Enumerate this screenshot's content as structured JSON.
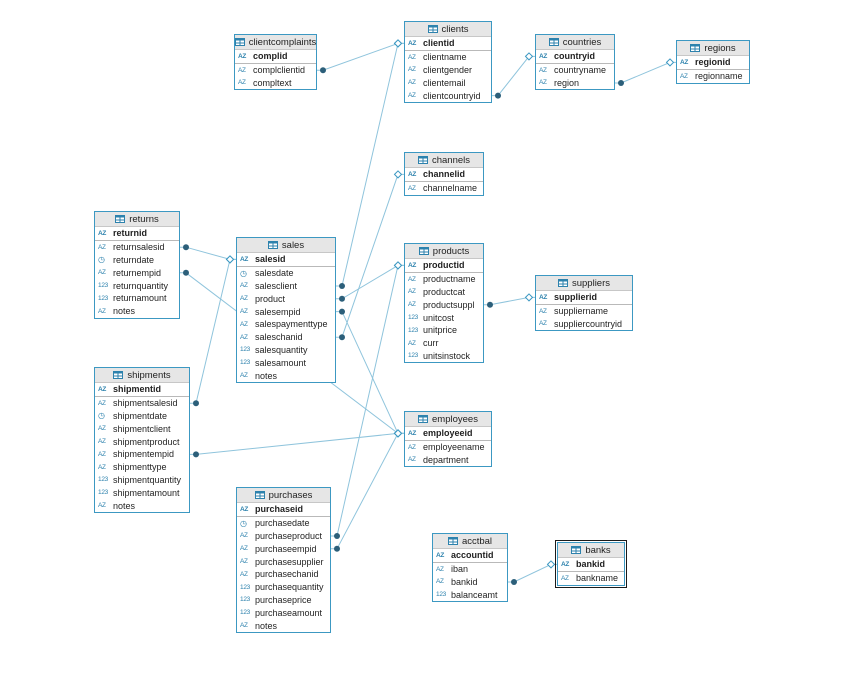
{
  "colors": {
    "accent": "#3c98c2",
    "link": "#8fc4dc",
    "header": "#e6e6e6"
  },
  "icons": {
    "table": "table-icon",
    "AZ": "text-type-icon",
    "123": "numeric-type-icon",
    "clock": "date-type-icon"
  },
  "tables": [
    {
      "id": "clientcomplaints",
      "name": "clientcomplaints",
      "pk": [
        {
          "t": "AZ",
          "n": "complid"
        }
      ],
      "cols": [
        {
          "t": "AZ",
          "n": "complclientid"
        },
        {
          "t": "AZ",
          "n": "compltext"
        }
      ]
    },
    {
      "id": "clients",
      "name": "clients",
      "pk": [
        {
          "t": "AZ",
          "n": "clientid"
        }
      ],
      "cols": [
        {
          "t": "AZ",
          "n": "clientname"
        },
        {
          "t": "AZ",
          "n": "clientgender"
        },
        {
          "t": "AZ",
          "n": "clientemail"
        },
        {
          "t": "AZ",
          "n": "clientcountryid"
        }
      ]
    },
    {
      "id": "countries",
      "name": "countries",
      "pk": [
        {
          "t": "AZ",
          "n": "countryid"
        }
      ],
      "cols": [
        {
          "t": "AZ",
          "n": "countryname"
        },
        {
          "t": "AZ",
          "n": "region"
        }
      ]
    },
    {
      "id": "regions",
      "name": "regions",
      "pk": [
        {
          "t": "AZ",
          "n": "regionid"
        }
      ],
      "cols": [
        {
          "t": "AZ",
          "n": "regionname"
        }
      ]
    },
    {
      "id": "channels",
      "name": "channels",
      "pk": [
        {
          "t": "AZ",
          "n": "channelid"
        }
      ],
      "cols": [
        {
          "t": "AZ",
          "n": "channelname"
        }
      ]
    },
    {
      "id": "returns",
      "name": "returns",
      "pk": [
        {
          "t": "AZ",
          "n": "returnid"
        }
      ],
      "cols": [
        {
          "t": "AZ",
          "n": "returnsalesid"
        },
        {
          "t": "clock",
          "n": "returndate"
        },
        {
          "t": "AZ",
          "n": "returnempid"
        },
        {
          "t": "123",
          "n": "returnquantity"
        },
        {
          "t": "123",
          "n": "returnamount"
        },
        {
          "t": "AZ",
          "n": "notes"
        }
      ]
    },
    {
      "id": "sales",
      "name": "sales",
      "pk": [
        {
          "t": "AZ",
          "n": "salesid"
        }
      ],
      "cols": [
        {
          "t": "clock",
          "n": "salesdate"
        },
        {
          "t": "AZ",
          "n": "salesclient"
        },
        {
          "t": "AZ",
          "n": "product"
        },
        {
          "t": "AZ",
          "n": "salesempid"
        },
        {
          "t": "AZ",
          "n": "salespaymenttype"
        },
        {
          "t": "AZ",
          "n": "saleschanid"
        },
        {
          "t": "123",
          "n": "salesquantity"
        },
        {
          "t": "123",
          "n": "salesamount"
        },
        {
          "t": "AZ",
          "n": "notes"
        }
      ]
    },
    {
      "id": "products",
      "name": "products",
      "pk": [
        {
          "t": "AZ",
          "n": "productid"
        }
      ],
      "cols": [
        {
          "t": "AZ",
          "n": "productname"
        },
        {
          "t": "AZ",
          "n": "productcat"
        },
        {
          "t": "AZ",
          "n": "productsuppl"
        },
        {
          "t": "123",
          "n": "unitcost"
        },
        {
          "t": "123",
          "n": "unitprice"
        },
        {
          "t": "AZ",
          "n": "curr"
        },
        {
          "t": "123",
          "n": "unitsinstock"
        }
      ]
    },
    {
      "id": "suppliers",
      "name": "suppliers",
      "pk": [
        {
          "t": "AZ",
          "n": "supplierid"
        }
      ],
      "cols": [
        {
          "t": "AZ",
          "n": "suppliername"
        },
        {
          "t": "AZ",
          "n": "suppliercountryid"
        }
      ]
    },
    {
      "id": "shipments",
      "name": "shipments",
      "pk": [
        {
          "t": "AZ",
          "n": "shipmentid"
        }
      ],
      "cols": [
        {
          "t": "AZ",
          "n": "shipmentsalesid"
        },
        {
          "t": "clock",
          "n": "shipmentdate"
        },
        {
          "t": "AZ",
          "n": "shipmentclient"
        },
        {
          "t": "AZ",
          "n": "shipmentproduct"
        },
        {
          "t": "AZ",
          "n": "shipmentempid"
        },
        {
          "t": "AZ",
          "n": "shipmenttype"
        },
        {
          "t": "123",
          "n": "shipmentquantity"
        },
        {
          "t": "123",
          "n": "shipmentamount"
        },
        {
          "t": "AZ",
          "n": "notes"
        }
      ]
    },
    {
      "id": "employees",
      "name": "employees",
      "pk": [
        {
          "t": "AZ",
          "n": "employeeid"
        }
      ],
      "cols": [
        {
          "t": "AZ",
          "n": "employeename"
        },
        {
          "t": "AZ",
          "n": "department"
        }
      ]
    },
    {
      "id": "purchases",
      "name": "purchases",
      "pk": [
        {
          "t": "AZ",
          "n": "purchaseid"
        }
      ],
      "cols": [
        {
          "t": "clock",
          "n": "purchasedate"
        },
        {
          "t": "AZ",
          "n": "purchaseproduct"
        },
        {
          "t": "AZ",
          "n": "purchaseempid"
        },
        {
          "t": "AZ",
          "n": "purchasesupplier"
        },
        {
          "t": "AZ",
          "n": "purchasechanid"
        },
        {
          "t": "123",
          "n": "purchasequantity"
        },
        {
          "t": "123",
          "n": "purchaseprice"
        },
        {
          "t": "123",
          "n": "purchaseamount"
        },
        {
          "t": "AZ",
          "n": "notes"
        }
      ]
    },
    {
      "id": "acctbal",
      "name": "acctbal",
      "pk": [
        {
          "t": "AZ",
          "n": "accountid"
        }
      ],
      "cols": [
        {
          "t": "AZ",
          "n": "iban"
        },
        {
          "t": "AZ",
          "n": "bankid"
        },
        {
          "t": "123",
          "n": "balanceamt"
        }
      ]
    },
    {
      "id": "banks",
      "name": "banks",
      "selected": true,
      "pk": [
        {
          "t": "AZ",
          "n": "bankid"
        }
      ],
      "cols": [
        {
          "t": "AZ",
          "n": "bankname"
        }
      ]
    }
  ],
  "relations": [
    {
      "from": "clientcomplaints.complclientid",
      "to": "clients.clientid"
    },
    {
      "from": "clients.clientcountryid",
      "to": "countries.countryid"
    },
    {
      "from": "countries.region",
      "to": "regions.regionid"
    },
    {
      "from": "sales.salesclient",
      "to": "clients.clientid"
    },
    {
      "from": "sales.saleschanid",
      "to": "channels.channelid"
    },
    {
      "from": "sales.product",
      "to": "products.productid"
    },
    {
      "from": "products.productsuppl",
      "to": "suppliers.supplierid"
    },
    {
      "from": "returns.returnsalesid",
      "to": "sales.salesid"
    },
    {
      "from": "returns.returnempid",
      "to": "employees.employeeid"
    },
    {
      "from": "shipments.shipmentsalesid",
      "to": "sales.salesid"
    },
    {
      "from": "shipments.shipmentempid",
      "to": "employees.employeeid"
    },
    {
      "from": "sales.salesempid",
      "to": "employees.employeeid"
    },
    {
      "from": "purchases.purchaseproduct",
      "to": "products.productid"
    },
    {
      "from": "purchases.purchaseempid",
      "to": "employees.employeeid"
    },
    {
      "from": "acctbal.bankid",
      "to": "banks.bankid"
    }
  ]
}
